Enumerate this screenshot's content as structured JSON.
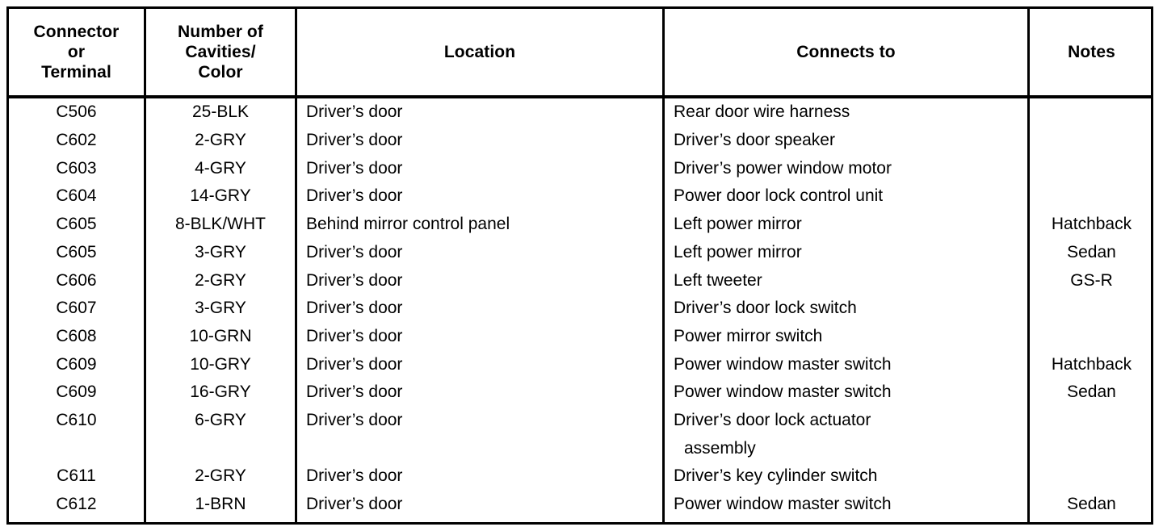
{
  "table": {
    "headers": [
      {
        "id": "connector-or-terminal",
        "lines": [
          "Connector",
          "or",
          "Terminal"
        ]
      },
      {
        "id": "number-of-cavities-color",
        "lines": [
          "Number of",
          "Cavities/",
          "Color"
        ]
      },
      {
        "id": "location",
        "lines": [
          "Location"
        ]
      },
      {
        "id": "connects-to",
        "lines": [
          "Connects to"
        ]
      },
      {
        "id": "notes",
        "lines": [
          "Notes"
        ]
      }
    ],
    "rows": [
      {
        "connector": "C506",
        "cavities": "25-BLK",
        "location": "Driver’s door",
        "connects_to": "Rear door wire harness",
        "notes": ""
      },
      {
        "connector": "C602",
        "cavities": "2-GRY",
        "location": "Driver’s door",
        "connects_to": "Driver’s door speaker",
        "notes": ""
      },
      {
        "connector": "C603",
        "cavities": "4-GRY",
        "location": "Driver’s door",
        "connects_to": "Driver’s power window motor",
        "notes": ""
      },
      {
        "connector": "C604",
        "cavities": "14-GRY",
        "location": "Driver’s door",
        "connects_to": "Power door lock control unit",
        "notes": ""
      },
      {
        "connector": "C605",
        "cavities": "8-BLK/WHT",
        "location": "Behind mirror control panel",
        "connects_to": "Left power mirror",
        "notes": "Hatchback"
      },
      {
        "connector": "C605",
        "cavities": "3-GRY",
        "location": "Driver’s door",
        "connects_to": "Left power mirror",
        "notes": "Sedan"
      },
      {
        "connector": "C606",
        "cavities": "2-GRY",
        "location": "Driver’s door",
        "connects_to": "Left tweeter",
        "notes": "GS-R"
      },
      {
        "connector": "C607",
        "cavities": "3-GRY",
        "location": "Driver’s door",
        "connects_to": "Driver’s door lock switch",
        "notes": ""
      },
      {
        "connector": "C608",
        "cavities": "10-GRN",
        "location": "Driver’s door",
        "connects_to": "Power mirror switch",
        "notes": ""
      },
      {
        "connector": "C609",
        "cavities": "10-GRY",
        "location": "Driver’s door",
        "connects_to": "Power window master switch",
        "notes": "Hatchback"
      },
      {
        "connector": "C609",
        "cavities": "16-GRY",
        "location": "Driver’s door",
        "connects_to": "Power window master switch",
        "notes": "Sedan"
      },
      {
        "connector": "C610",
        "cavities": "6-GRY",
        "location": "Driver’s door",
        "connects_to": "Driver’s door lock actuator",
        "notes": ""
      },
      {
        "connector": "",
        "cavities": "",
        "location": "",
        "connects_to": "assembly",
        "notes": "",
        "continuation": true
      },
      {
        "connector": "C611",
        "cavities": "2-GRY",
        "location": "Driver’s door",
        "connects_to": "Driver’s key cylinder switch",
        "notes": ""
      },
      {
        "connector": "C612",
        "cavities": "1-BRN",
        "location": "Driver’s door",
        "connects_to": "Power window master switch",
        "notes": "Sedan"
      }
    ]
  },
  "colors": {
    "text": "#000000",
    "background": "#ffffff",
    "rule": "#000000"
  }
}
